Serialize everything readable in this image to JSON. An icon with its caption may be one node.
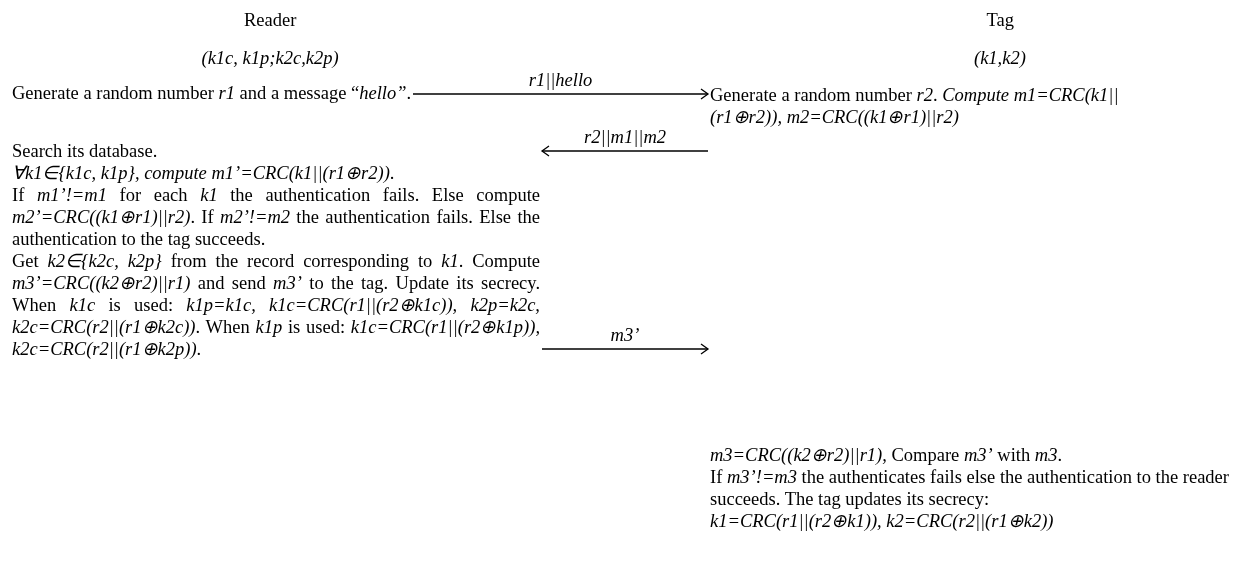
{
  "diagram": {
    "nodes": [
      {
        "text": [
          "Generate a random number *r1* and a message “*hello”*."
        ]
      },
      {
        "text": [
          "Generate a random number *r2*. *Compute m1=CRC(k1||(r1⊕r2)), m2=CRC((k1⊕r1)||r2)*"
        ]
      },
      {
        "text": [
          "Search its database.",
          "*∀k1∈{k1c, k1p}, compute m1’=CRC(k1||(r1⊕r2))*.",
          "If *m1’!=m1* for each *k1* the authentication fails. Else compute *m2’=CRC((k1⊕r1)||r2)*. If *m2’!=m2* the authentication fails. Else the authentication to the tag succeeds.",
          "Get *k2∈{k2c, k2p}* from the record corresponding to *k1*. Compute *m3’=CRC((k2⊕r2)||r1)* and send *m3’* to the tag. Update its secrecy. When *k1c* is used: *k1p=k1c, k1c=CRC(r1||(r2⊕k1c)), k2p=k2c, k2c=CRC(r2||(r1⊕k2c))*. When *k1p* is used: *k1c=CRC(r1||(r2⊕k1p)), k2c=CRC(r2||(r1⊕k2p))*."
        ]
      },
      {
        "text": [
          "*m3=CRC((k2⊕r2)||r1),* Compare *m3’* with *m3*.",
          "If *m3’!=m3* the authenticates fails else the authentication to the reader succeeds. The tag updates its secrecy:",
          "*k1=CRC(r1||(r2⊕k1)), k2=CRC(r2||(r1⊕k2))*"
        ]
      }
    ],
    "edges": [
      {
        "from": 0,
        "to": 1,
        "arrow": "to",
        "label": "*r1||hello*"
      },
      {
        "from": 1,
        "to": 2,
        "arrow": "to",
        "label": "*r2||m1||m2*"
      },
      {
        "from": 2,
        "to": 3,
        "arrow": "to",
        "label": "*m3’*"
      }
    ],
    "labels": [
      "Reader",
      "Tag",
      "*(k1c, k1p;k2c,k2p)*",
      "*(k1,k2)*"
    ]
  }
}
